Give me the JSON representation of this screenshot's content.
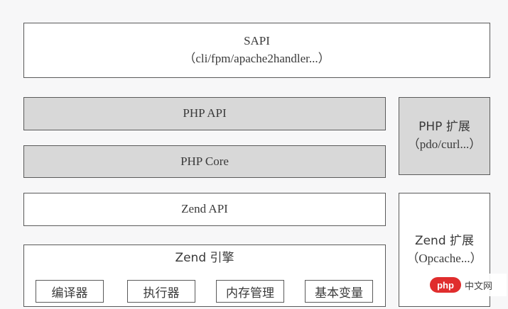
{
  "diagram": {
    "sapi": {
      "title": "SAPI",
      "subtitle": "（cli/fpm/apache2handler...）"
    },
    "php_api": "PHP API",
    "php_core": "PHP Core",
    "zend_api": "Zend API",
    "zend_engine": {
      "title": "Zend 引擎",
      "components": [
        "编译器",
        "执行器",
        "内存管理",
        "基本变量"
      ]
    },
    "php_extension": {
      "title": "PHP 扩展",
      "subtitle": "（pdo/curl...）"
    },
    "zend_extension": {
      "title": "Zend 扩展",
      "subtitle": "（Opcache...）"
    }
  },
  "watermark": {
    "logo": "php",
    "text": "中文网"
  },
  "colors": {
    "gray_fill": "#d8d8d8",
    "border": "#5a5a5a"
  }
}
